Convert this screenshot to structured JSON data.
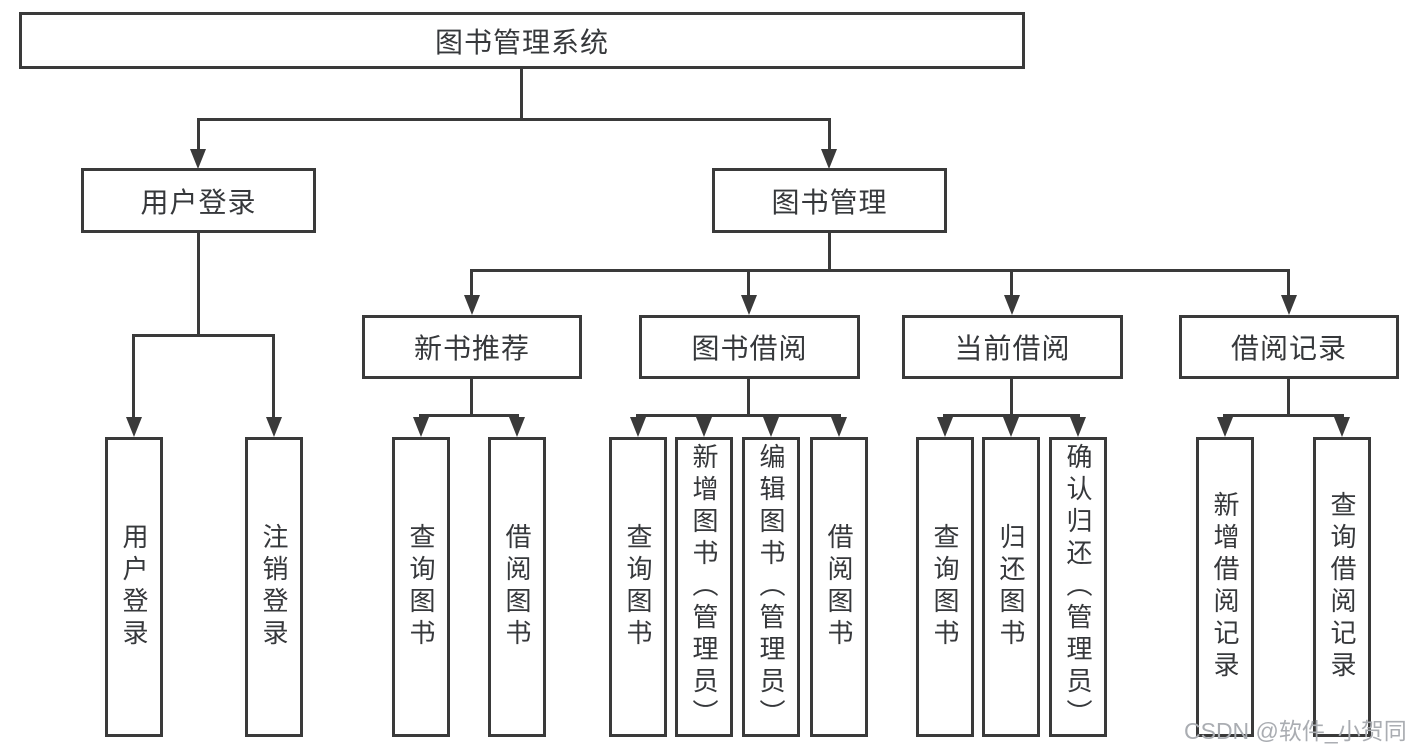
{
  "diagram_title": "图书管理系统",
  "tree": {
    "label": "图书管理系统",
    "children": [
      {
        "label": "用户登录",
        "children": [
          {
            "label": "用户登录"
          },
          {
            "label": "注销登录"
          }
        ]
      },
      {
        "label": "图书管理",
        "children": [
          {
            "label": "新书推荐",
            "children": [
              {
                "label": "查询图书"
              },
              {
                "label": "借阅图书"
              }
            ]
          },
          {
            "label": "图书借阅",
            "children": [
              {
                "label": "查询图书"
              },
              {
                "label": "新增图书（管理员）"
              },
              {
                "label": "编辑图书（管理员）"
              },
              {
                "label": "借阅图书"
              }
            ]
          },
          {
            "label": "当前借阅",
            "children": [
              {
                "label": "查询图书"
              },
              {
                "label": "归还图书"
              },
              {
                "label": "确认归还（管理员）"
              }
            ]
          },
          {
            "label": "借阅记录",
            "children": [
              {
                "label": "新增借阅记录"
              },
              {
                "label": "查询借阅记录"
              }
            ]
          }
        ]
      }
    ]
  },
  "watermark": {
    "text": "CSDN @软件_小贺同学"
  },
  "colors": {
    "line": "#3a3a3a",
    "box_border": "#3a3a3a",
    "text": "#36383b",
    "background": "#ffffff",
    "watermark": "#aaadb2"
  }
}
